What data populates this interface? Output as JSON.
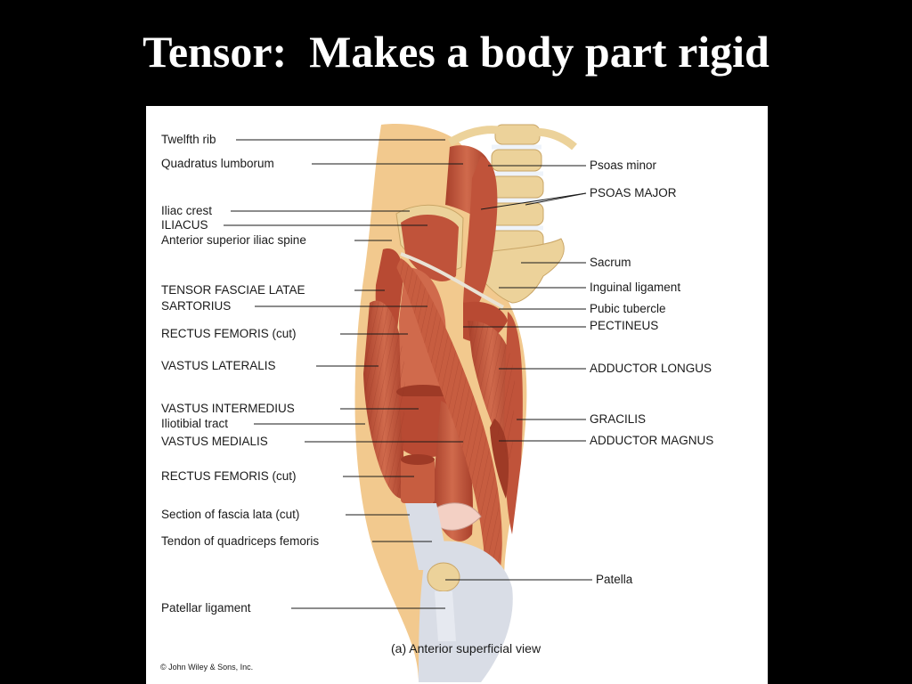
{
  "slide": {
    "title": "Tensor:  Makes a body part rigid"
  },
  "figure": {
    "caption": "(a) Anterior superficial view",
    "copyright": "© John Wiley & Sons, Inc.",
    "labels_left": [
      "Twelfth rib",
      "Quadratus lumborum",
      "Iliac crest",
      "ILIACUS",
      "Anterior superior iliac spine",
      "TENSOR FASCIAE LATAE",
      "SARTORIUS",
      "RECTUS FEMORIS (cut)",
      "VASTUS LATERALIS",
      "VASTUS INTERMEDIUS",
      "Iliotibial tract",
      "VASTUS MEDIALIS",
      "RECTUS FEMORIS (cut)",
      "Section of fascia lata (cut)",
      "Tendon of quadriceps femoris",
      "Patellar ligament"
    ],
    "labels_right": [
      "Psoas minor",
      "PSOAS MAJOR",
      "Sacrum",
      "Inguinal ligament",
      "Pubic tubercle",
      "PECTINEUS",
      "ADDUCTOR LONGUS",
      "GRACILIS",
      "ADDUCTOR MAGNUS",
      "Patella"
    ],
    "colors": {
      "muscle": "#c0533a",
      "muscle_dark": "#8e2f1f",
      "muscle_light": "#d9785c",
      "bone": "#ecd29a",
      "skin": "#f2c98e",
      "tendon": "#d9dde6",
      "leader": "#1a1a1a"
    }
  }
}
